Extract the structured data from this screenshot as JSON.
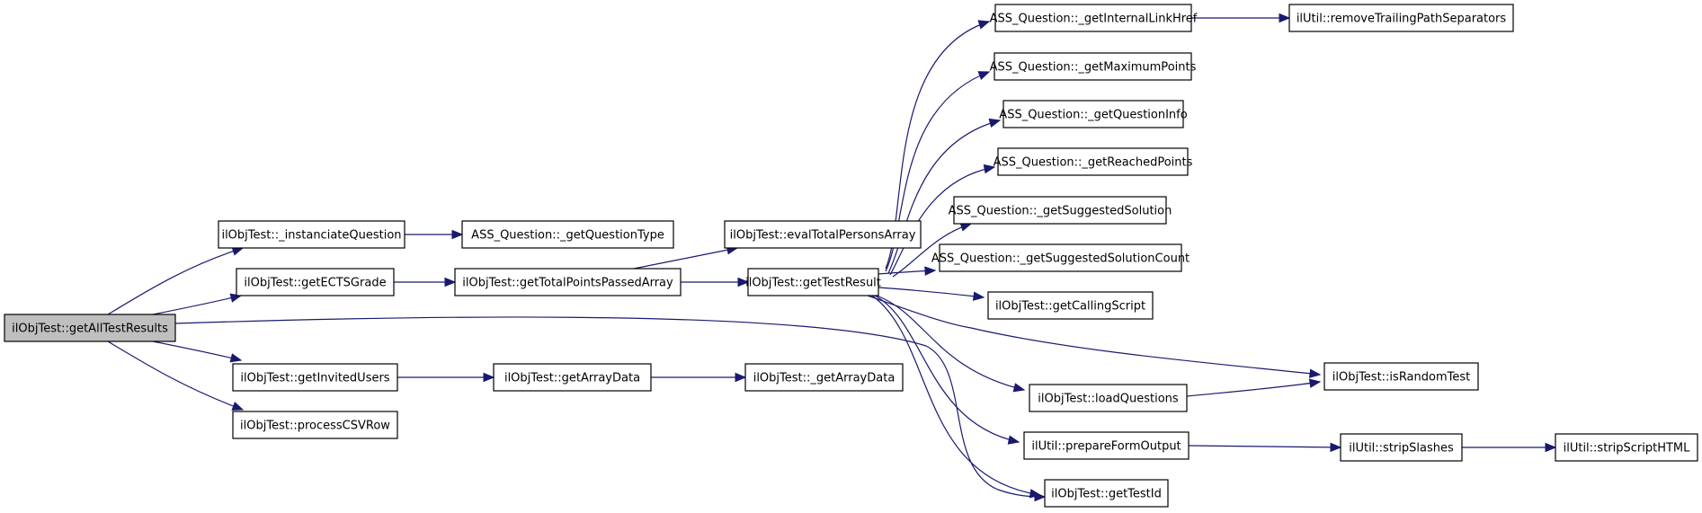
{
  "diagram": {
    "type": "call-graph",
    "root": "getAllTestResults",
    "colors": {
      "edge": "#191970",
      "root_fill": "#bfbfbf",
      "node_fill": "#ffffff",
      "node_border": "#000000"
    },
    "nodes": [
      {
        "id": "getAllTestResults",
        "label": "ilObjTest::getAllTestResults",
        "root": true
      },
      {
        "id": "instanciateQuestion",
        "label": "ilObjTest::_instanciateQuestion"
      },
      {
        "id": "getECTSGrade",
        "label": "ilObjTest::getECTSGrade"
      },
      {
        "id": "getInvitedUsers",
        "label": "ilObjTest::getInvitedUsers"
      },
      {
        "id": "processCSVRow",
        "label": "ilObjTest::processCSVRow"
      },
      {
        "id": "getQuestionType",
        "label": "ASS_Question::_getQuestionType"
      },
      {
        "id": "getTotalPointsPassedArray",
        "label": "ilObjTest::getTotalPointsPassedArray"
      },
      {
        "id": "getArrayData",
        "label": "ilObjTest::getArrayData"
      },
      {
        "id": "evalTotalPersonsArray",
        "label": "ilObjTest::evalTotalPersonsArray"
      },
      {
        "id": "getTestResult",
        "label": "ilObjTest::getTestResult"
      },
      {
        "id": "_getArrayData",
        "label": "ilObjTest::_getArrayData"
      },
      {
        "id": "getInternalLinkHref",
        "label": "ASS_Question::_getInternalLinkHref"
      },
      {
        "id": "getMaximumPoints",
        "label": "ASS_Question::_getMaximumPoints"
      },
      {
        "id": "getQuestionInfo",
        "label": "ASS_Question::_getQuestionInfo"
      },
      {
        "id": "getReachedPoints",
        "label": "ASS_Question::_getReachedPoints"
      },
      {
        "id": "getSuggestedSolution",
        "label": "ASS_Question::_getSuggestedSolution"
      },
      {
        "id": "getSuggestedSolutionCount",
        "label": "ASS_Question::_getSuggestedSolutionCount"
      },
      {
        "id": "getCallingScript",
        "label": "ilObjTest::getCallingScript"
      },
      {
        "id": "loadQuestions",
        "label": "ilObjTest::loadQuestions"
      },
      {
        "id": "prepareFormOutput",
        "label": "ilUtil::prepareFormOutput"
      },
      {
        "id": "getTestId",
        "label": "ilObjTest::getTestId"
      },
      {
        "id": "removeTrailingPathSeparators",
        "label": "ilUtil::removeTrailingPathSeparators"
      },
      {
        "id": "isRandomTest",
        "label": "ilObjTest::isRandomTest"
      },
      {
        "id": "stripSlashes",
        "label": "ilUtil::stripSlashes"
      },
      {
        "id": "stripScriptHTML",
        "label": "ilUtil::stripScriptHTML"
      }
    ],
    "edges": [
      {
        "from": "getAllTestResults",
        "to": "instanciateQuestion"
      },
      {
        "from": "getAllTestResults",
        "to": "getECTSGrade"
      },
      {
        "from": "getAllTestResults",
        "to": "getInvitedUsers"
      },
      {
        "from": "getAllTestResults",
        "to": "processCSVRow"
      },
      {
        "from": "getAllTestResults",
        "to": "getTestId"
      },
      {
        "from": "instanciateQuestion",
        "to": "getQuestionType"
      },
      {
        "from": "getECTSGrade",
        "to": "getTotalPointsPassedArray"
      },
      {
        "from": "getInvitedUsers",
        "to": "getArrayData"
      },
      {
        "from": "getTotalPointsPassedArray",
        "to": "evalTotalPersonsArray"
      },
      {
        "from": "getTotalPointsPassedArray",
        "to": "getTestResult"
      },
      {
        "from": "getArrayData",
        "to": "_getArrayData"
      },
      {
        "from": "getTestResult",
        "to": "getInternalLinkHref"
      },
      {
        "from": "getTestResult",
        "to": "getMaximumPoints"
      },
      {
        "from": "getTestResult",
        "to": "getQuestionInfo"
      },
      {
        "from": "getTestResult",
        "to": "getReachedPoints"
      },
      {
        "from": "getTestResult",
        "to": "getSuggestedSolution"
      },
      {
        "from": "getTestResult",
        "to": "getSuggestedSolutionCount"
      },
      {
        "from": "getTestResult",
        "to": "getCallingScript"
      },
      {
        "from": "getTestResult",
        "to": "isRandomTest"
      },
      {
        "from": "getTestResult",
        "to": "loadQuestions"
      },
      {
        "from": "getTestResult",
        "to": "prepareFormOutput"
      },
      {
        "from": "getTestResult",
        "to": "getTestId"
      },
      {
        "from": "getInternalLinkHref",
        "to": "removeTrailingPathSeparators"
      },
      {
        "from": "loadQuestions",
        "to": "isRandomTest"
      },
      {
        "from": "prepareFormOutput",
        "to": "stripSlashes"
      },
      {
        "from": "stripSlashes",
        "to": "stripScriptHTML"
      }
    ]
  }
}
